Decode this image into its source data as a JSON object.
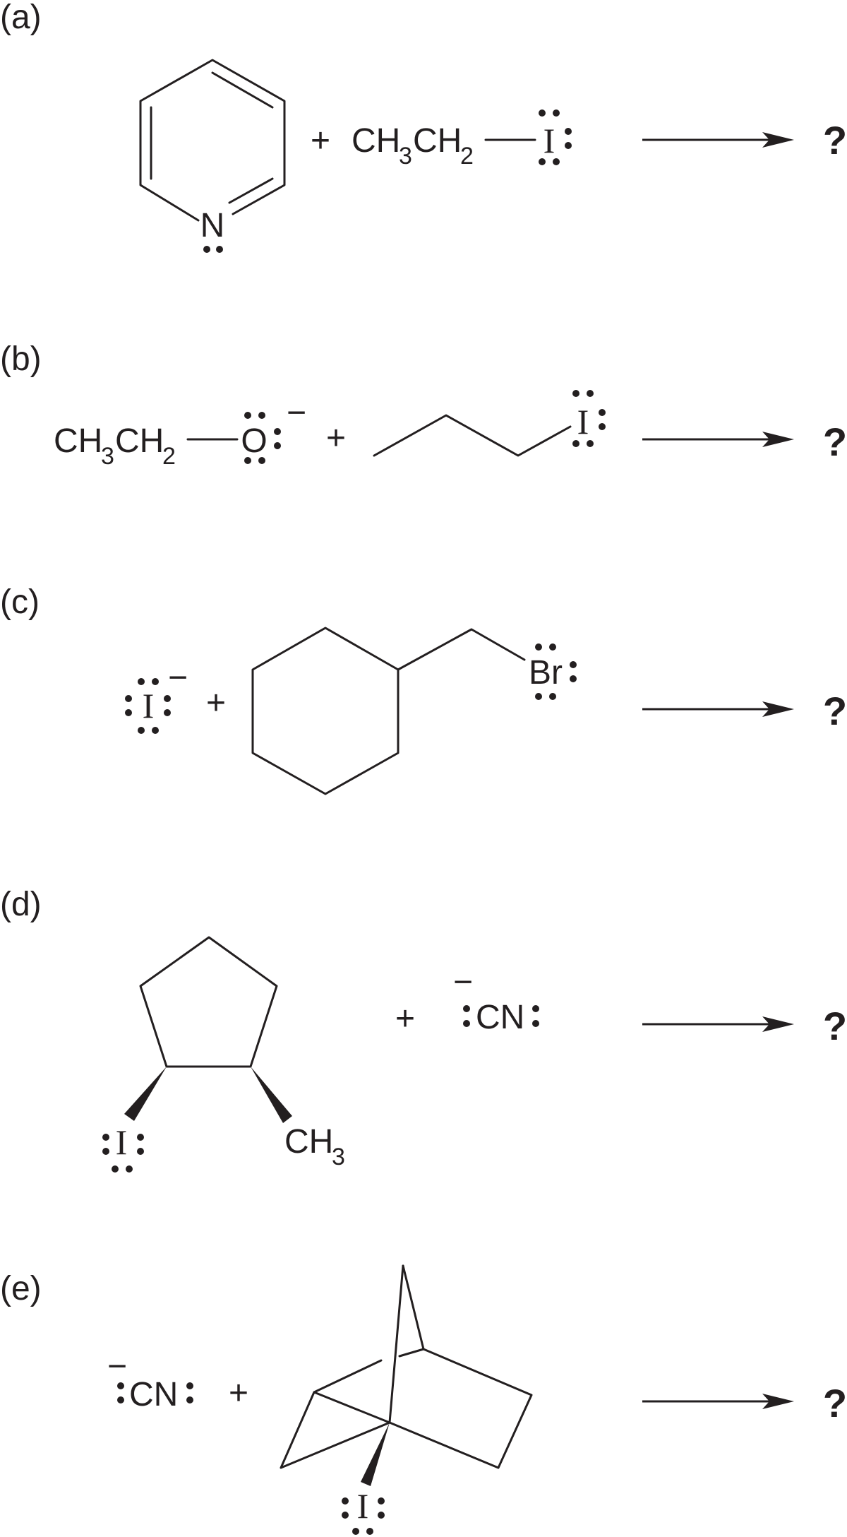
{
  "reactions": [
    {
      "label": "(a)",
      "reactant_1": {
        "structure": "pyridine",
        "atom": "N"
      },
      "plus": "+",
      "reactant_2": {
        "prefix": "CH",
        "sub1": "3",
        "mid": "CH",
        "sub2": "2",
        "atom": "I"
      },
      "product": "?"
    },
    {
      "label": "(b)",
      "reactant_1": {
        "prefix": "CH",
        "sub1": "3",
        "mid": "CH",
        "sub2": "2",
        "atom": "O",
        "charge": "−"
      },
      "plus": "+",
      "reactant_2": {
        "structure": "1-iodopropane (skeletal)",
        "atom": "I"
      },
      "product": "?"
    },
    {
      "label": "(c)",
      "reactant_1": {
        "atom": "I",
        "charge": "−"
      },
      "plus": "+",
      "reactant_2": {
        "structure": "(bromomethyl)cyclohexane",
        "atom": "Br"
      },
      "product": "?"
    },
    {
      "label": "(d)",
      "reactant_1": {
        "structure": "1-iodo-2-methylcyclopentane (cis)",
        "atom": "I",
        "group": "CH",
        "group_sub": "3"
      },
      "plus": "+",
      "reactant_2": {
        "text": "CN",
        "charge": "−"
      },
      "product": "?"
    },
    {
      "label": "(e)",
      "reactant_1": {
        "text": "CN",
        "charge": "−"
      },
      "plus": "+",
      "reactant_2": {
        "structure": "1-iodonorbornane",
        "atom": "I"
      },
      "product": "?"
    }
  ]
}
